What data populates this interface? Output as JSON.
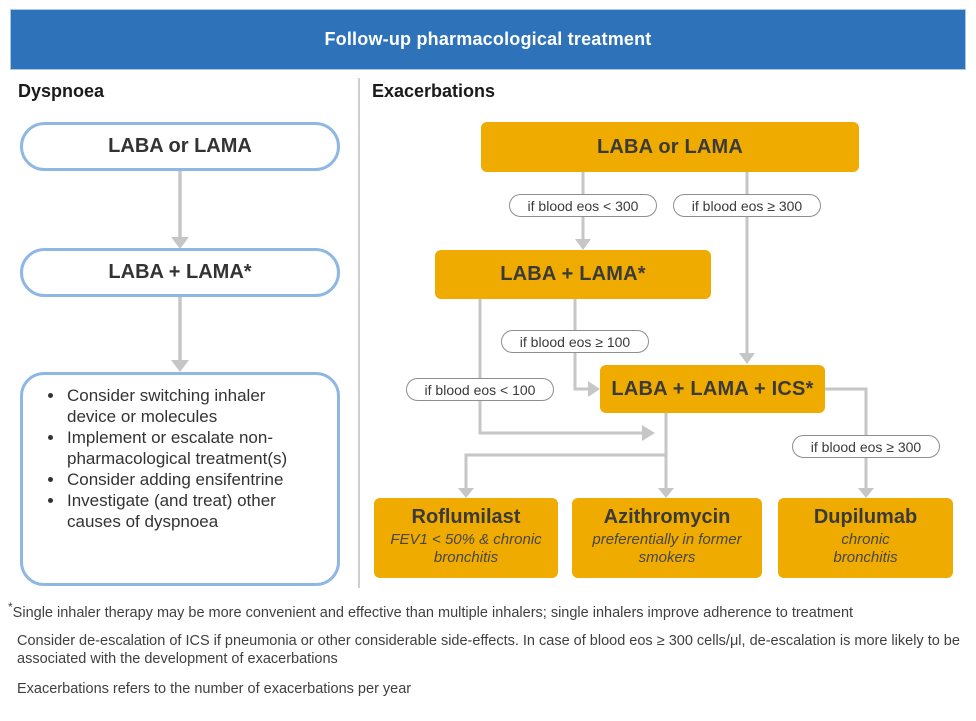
{
  "header": {
    "title": "Follow-up pharmacological treatment"
  },
  "flow": {
    "dyspnoea": {
      "heading": "Dyspnoea",
      "step1": "LABA or LAMA",
      "step2": "LABA + LAMA*",
      "bullets": [
        "Consider switching inhaler device or molecules",
        "Implement or escalate non-pharmacological treatment(s)",
        "Consider adding ensifentrine",
        "Investigate (and treat) other causes of dyspnoea"
      ]
    },
    "exacerbations": {
      "heading": "Exacerbations",
      "start": "LABA or LAMA",
      "laba_lama": "LABA + LAMA*",
      "laba_lama_ics": "LABA + LAMA + ICS*",
      "pills": {
        "eos_lt_300": "if blood eos < 300",
        "eos_ge_300": "if blood eos ≥ 300",
        "eos_ge_100": "if blood eos ≥ 100",
        "eos_lt_100": "if blood eos < 100",
        "eos_ge_300_b": "if blood eos ≥ 300"
      },
      "outcomes": [
        {
          "title": "Roflumilast",
          "subtitle": "FEV1 < 50% & chronic bronchitis"
        },
        {
          "title": "Azithromycin",
          "subtitle": "preferentially in former smokers"
        },
        {
          "title": "Dupilumab",
          "subtitle": "chronic bronchitis"
        }
      ]
    }
  },
  "footnotes": {
    "note1_marker": "*",
    "note1": "Single inhaler therapy may be more convenient and effective than multiple inhalers; single inhalers improve adherence to treatment",
    "note2": "Consider de-escalation of ICS if pneumonia or other considerable side-effects. In case of blood eos ≥ 300 cells/μl, de-escalation is more likely to be associated with the development of exacerbations",
    "note3": "Exacerbations refers to the number of exacerbations per year"
  },
  "colors": {
    "header_blue": "#2E73B9",
    "box_orange": "#F0AB00",
    "left_box_outline_blue": "#8FB7E4",
    "connector_gray": "#C6C6C6"
  }
}
